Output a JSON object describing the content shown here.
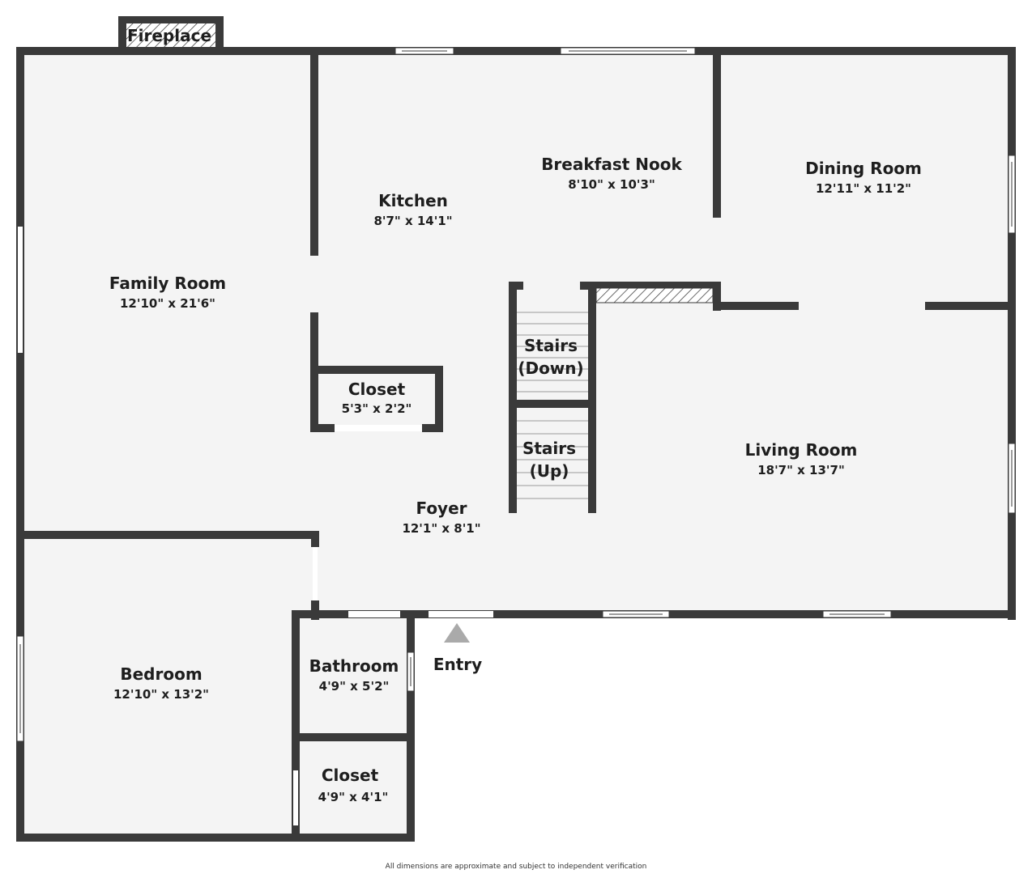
{
  "plan": {
    "rooms": [
      {
        "id": "family-room",
        "name": "Family Room",
        "dims": "12'10\" x 21'6\""
      },
      {
        "id": "kitchen",
        "name": "Kitchen",
        "dims": "8'7\" x 14'1\""
      },
      {
        "id": "breakfast-nook",
        "name": "Breakfast Nook",
        "dims": "8'10\" x 10'3\""
      },
      {
        "id": "dining-room",
        "name": "Dining Room",
        "dims": "12'11\" x 11'2\""
      },
      {
        "id": "closet-1",
        "name": "Closet",
        "dims": "5'3\" x 2'2\""
      },
      {
        "id": "living-room",
        "name": "Living Room",
        "dims": "18'7\" x 13'7\""
      },
      {
        "id": "foyer",
        "name": "Foyer",
        "dims": "12'1\" x 8'1\""
      },
      {
        "id": "bedroom",
        "name": "Bedroom",
        "dims": "12'10\" x 13'2\""
      },
      {
        "id": "bathroom",
        "name": "Bathroom",
        "dims": "4'9\" x 5'2\""
      },
      {
        "id": "closet-2",
        "name": "Closet",
        "dims": "4'9\" x 4'1\""
      }
    ],
    "stairs": [
      {
        "id": "stairs-down",
        "line1": "Stairs",
        "line2": "(Down)"
      },
      {
        "id": "stairs-up",
        "line1": "Stairs",
        "line2": "(Up)"
      }
    ],
    "fireplace": "Fireplace",
    "entry": "Entry",
    "footnote": "All dimensions are approximate and subject to independent verification"
  },
  "colors": {
    "wall": "#3a3a3a",
    "floor": "#f4f4f4",
    "entry_marker": "#aaaaaa"
  }
}
